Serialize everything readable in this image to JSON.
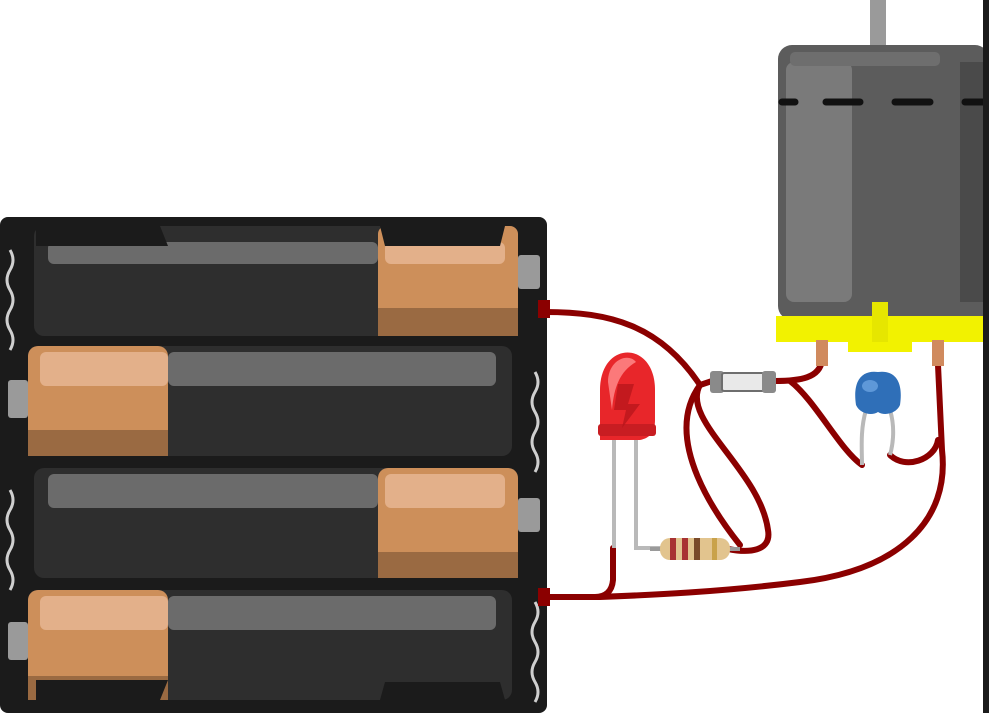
{
  "diagram": {
    "components": [
      {
        "name": "battery-holder",
        "kind": "4x AA battery pack"
      },
      {
        "name": "led",
        "kind": "light-emitting diode",
        "color": "#e8262a"
      },
      {
        "name": "resistor",
        "kind": "resistor"
      },
      {
        "name": "fuse",
        "kind": "inline fuse"
      },
      {
        "name": "capacitor",
        "kind": "ceramic capacitor",
        "color": "#2f6fb8"
      },
      {
        "name": "dc-motor",
        "kind": "DC motor"
      }
    ],
    "colors": {
      "wire": "#8b0000",
      "battery_case": "#1b1b1b",
      "battery_body": "#2e2e2e",
      "battery_terminal": "#cd8f5a",
      "motor_body": "#5c5c5c",
      "motor_band": "#f2f200",
      "led": "#e8262a",
      "capacitor": "#2f6fb8"
    }
  }
}
